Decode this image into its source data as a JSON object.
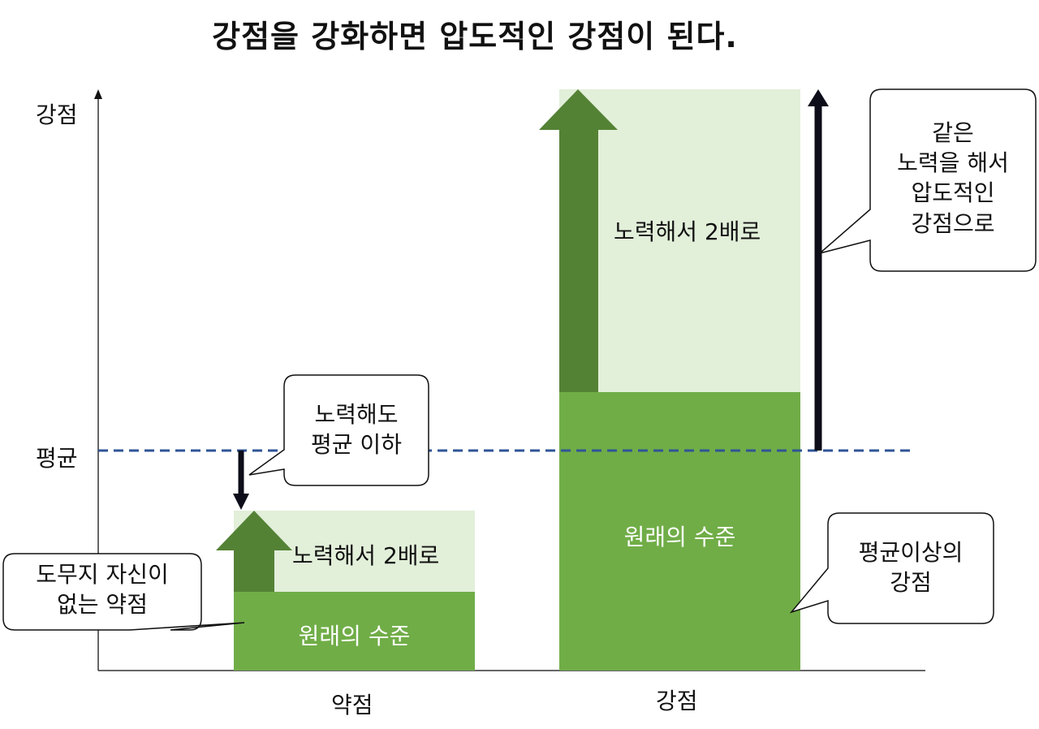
{
  "title": "강점을 강화하면 압도적인 강점이 된다.",
  "axis": {
    "y_top_label": "강점",
    "y_average_label": "평균",
    "x_labels": [
      "약점",
      "강점"
    ]
  },
  "bars": {
    "weak": {
      "base_label": "원래의 수준",
      "grow_label": "노력해서 2배로"
    },
    "strong": {
      "base_label": "원래의 수준",
      "grow_label": "노력해서 2배로"
    }
  },
  "callouts": {
    "weak_item": [
      "도무지 자신이",
      "없는 약점"
    ],
    "below_average": [
      "노력해도",
      "평균 이하"
    ],
    "above_average": [
      "평균이상의",
      "강점"
    ],
    "same_effort": [
      "같은",
      "노력을 해서",
      "압도적인",
      "강점으로"
    ]
  },
  "colors": {
    "base_green": "#70ad47",
    "light_green": "#e2efd9",
    "arrow_green": "#548235",
    "average_line": "#2f5597",
    "dark_arrow": "#0d0d1a"
  }
}
